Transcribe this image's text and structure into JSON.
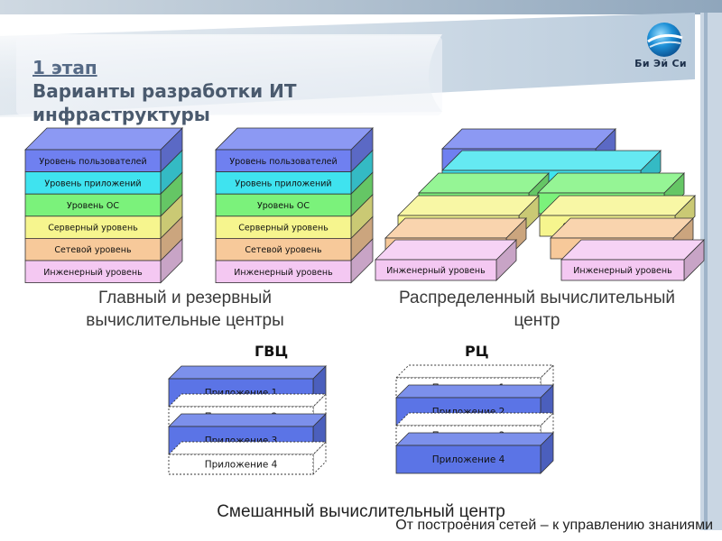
{
  "slide": {
    "stage": "1 этап",
    "title": "Варианты разработки ИТ инфраструктуры",
    "logo_text": "Би Эй Си",
    "caption_main": "Главный и резервный вычислительные центры",
    "caption_distributed": "Распределенный вычислительный центр",
    "label_gvc": "ГВЦ",
    "label_rc": "РЦ",
    "caption_mixed": "Смешанный вычислительный центр",
    "footer": "От построения сетей – к управлению знаниями"
  },
  "layers": [
    {
      "label": "Уровень пользователей",
      "color": "#6f80f0"
    },
    {
      "label": "Уровень приложений",
      "color": "#3fe3ef"
    },
    {
      "label": "Уровень ОС",
      "color": "#7bf27b"
    },
    {
      "label": "Серверный уровень",
      "color": "#f6f58e"
    },
    {
      "label": "Сетевой уровень",
      "color": "#f7c99a"
    },
    {
      "label": "Инженерный уровень",
      "color": "#f4c8f2"
    }
  ],
  "distributed_labels": {
    "users": "Уровень пользователей",
    "apps": "Уровень приложений",
    "os_left": "Уровень ОС",
    "os_right": "Уровень ОС",
    "server_left": "Серверный уровень",
    "server_right": "Серверный уровень",
    "network_left": "Сетевой уровень",
    "network_right": "Сетевой уровень",
    "eng_left": "Инженерный уровень",
    "eng_right": "Инженерный уровень"
  },
  "mixed": {
    "gvc_apps": [
      {
        "label": "Приложение 1",
        "filled": true
      },
      {
        "label": "Приложение 2",
        "filled": false
      },
      {
        "label": "Приложение 3",
        "filled": true
      },
      {
        "label": "Приложение 4",
        "filled": false
      }
    ],
    "rc_apps": [
      {
        "label": "Приложение 1",
        "filled": false
      },
      {
        "label": "Приложение 2",
        "filled": true
      },
      {
        "label": "Приложение 3",
        "filled": false
      },
      {
        "label": "Приложение 4",
        "filled": true
      }
    ],
    "app_color": "#5b74e6"
  },
  "colors": {
    "accent": "#0a6fc2",
    "title": "#4a5a6e",
    "header_band": "#dde6ee"
  }
}
